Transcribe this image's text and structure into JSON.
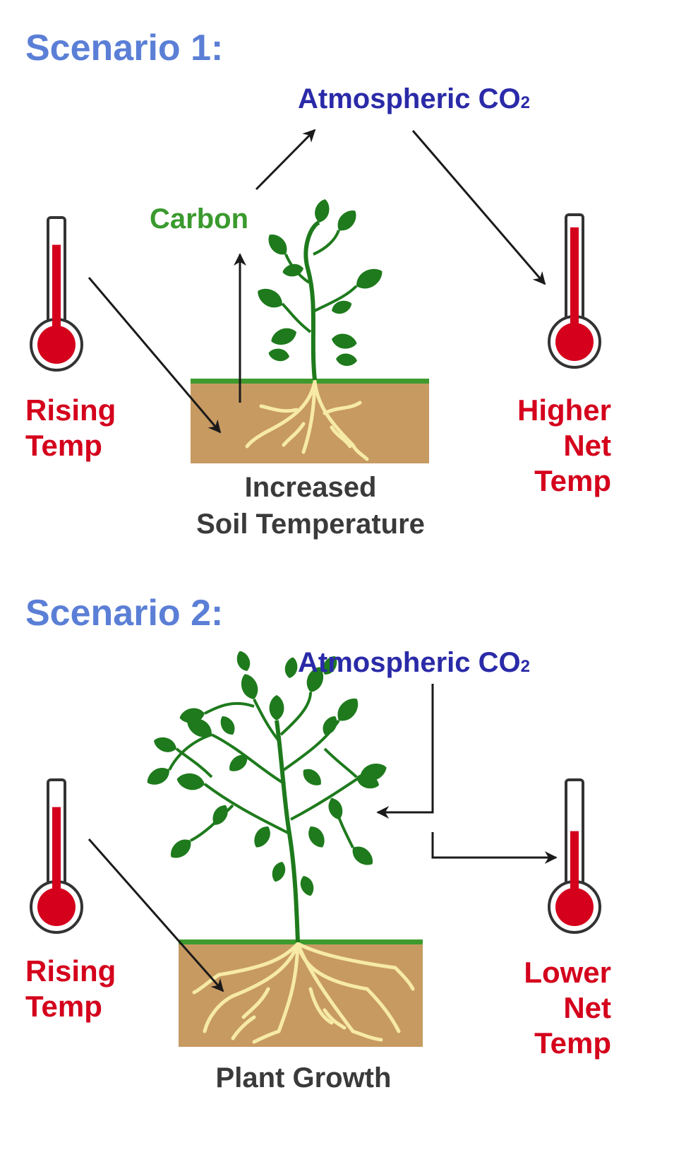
{
  "colors": {
    "heading": "#5b7fd6",
    "atmospheric": "#2a2aa8",
    "carbon": "#3a9a2e",
    "temperature": "#d4001c",
    "caption": "#3a3a3a",
    "soil": "#c79a62",
    "soil_surface": "#3f9a2e",
    "roots": "#f6eaa6",
    "plant": "#1e7a1c",
    "arrow": "#1a1a1a",
    "thermometer_outline": "#333333"
  },
  "scenario1": {
    "heading": "Scenario 1:",
    "atmospheric_main": "Atmospheric CO",
    "atmospheric_sub": "2",
    "carbon": "Carbon",
    "left_temp_line1": "Rising",
    "left_temp_line2": "Temp",
    "right_temp_line1": "Higher",
    "right_temp_line2": "Net",
    "right_temp_line3": "Temp",
    "caption_line1": "Increased",
    "caption_line2": "Soil Temperature",
    "left_thermometer_level": 0.78,
    "right_thermometer_level": 0.92
  },
  "scenario2": {
    "heading": "Scenario 2:",
    "atmospheric_main": "Atmospheric CO",
    "atmospheric_sub": "2",
    "left_temp_line1": "Rising",
    "left_temp_line2": "Temp",
    "right_temp_line1": "Lower",
    "right_temp_line2": "Net",
    "right_temp_line3": "Temp",
    "caption": "Plant Growth",
    "left_thermometer_level": 0.78,
    "right_thermometer_level": 0.55
  },
  "icons": {
    "thermometer": "thermometer-icon",
    "plant": "plant-icon",
    "bushy_plant": "bushy-plant-icon",
    "soil": "soil-block-icon"
  }
}
